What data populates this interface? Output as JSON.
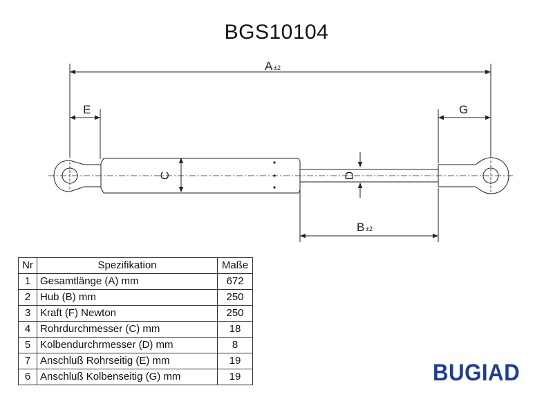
{
  "title": "BGS10104",
  "dimension_labels": {
    "A": "A",
    "A_tol": "±2",
    "B": "B",
    "B_tol": "±2",
    "C": "C",
    "D": "D",
    "E": "E",
    "G": "G"
  },
  "table": {
    "headers": [
      "Nr",
      "Spezifikation",
      "Maße"
    ],
    "rows": [
      {
        "nr": "1",
        "spec": "Gesamtlänge (A) mm",
        "value": "672"
      },
      {
        "nr": "2",
        "spec": "Hub (B)  mm",
        "value": "250"
      },
      {
        "nr": "3",
        "spec": "Kraft (F) Newton",
        "value": "250"
      },
      {
        "nr": "4",
        "spec": "Rohrdurchmesser (C) mm",
        "value": "18"
      },
      {
        "nr": "5",
        "spec": "Kolbendurchrmesser (D) mm",
        "value": "8"
      },
      {
        "nr": "7",
        "spec": "Anschluß Rohrseitig (E) mm",
        "value": "19"
      },
      {
        "nr": "6",
        "spec": "Anschluß Kolbenseitig (G) mm",
        "value": "19"
      }
    ]
  },
  "logo": "BUGIAD"
}
